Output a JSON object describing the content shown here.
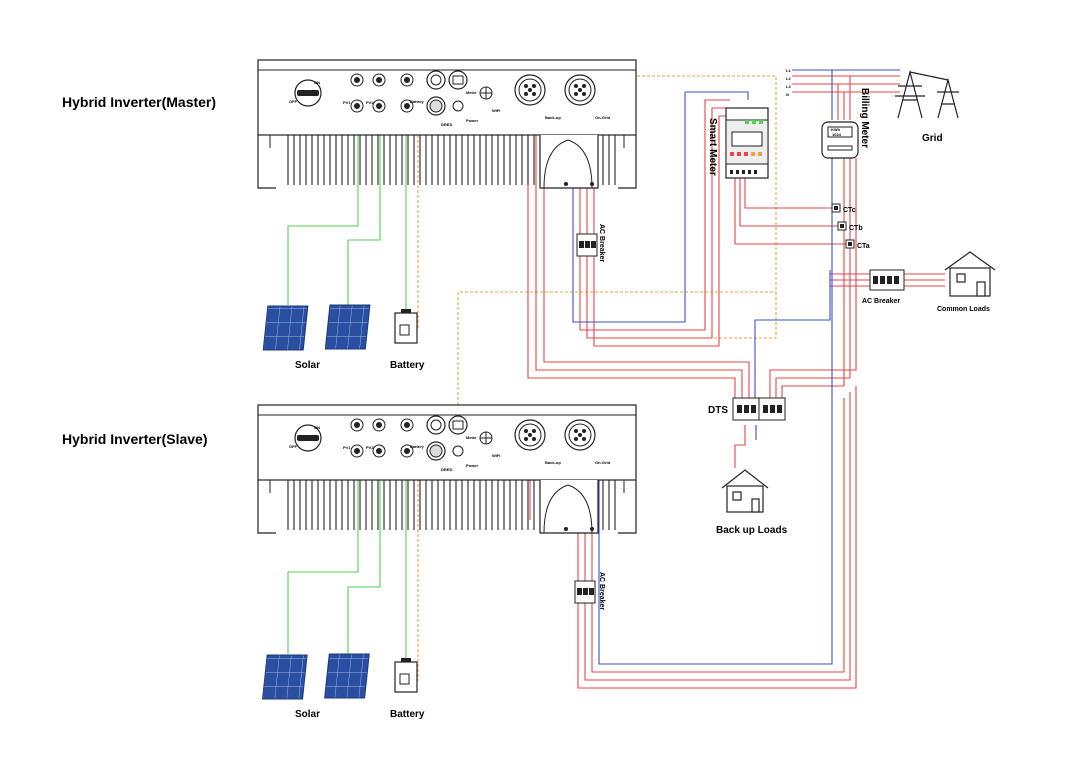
{
  "master": {
    "title": "Hybrid Inverter(Master)",
    "on_label": "ON",
    "off_label": "OFF",
    "pv1_label": "PV1",
    "pv2_label": "PV2",
    "battery_port_label": "Battery",
    "meter_port_label": "Meter",
    "drm_label": "DRED",
    "power_label": "Power",
    "wifi_label": "WiFi",
    "backup_port_label": "Back-up",
    "ongrid_port_label": "On-Grid",
    "solar_label": "Solar",
    "battery_label": "Battery",
    "breaker_label": "AC Breaker"
  },
  "slave": {
    "title": "Hybrid Inverter(Slave)",
    "on_label": "ON",
    "off_label": "OFF",
    "pv1_label": "PV1",
    "pv2_label": "PV2",
    "battery_port_label": "Battery",
    "meter_port_label": "Meter",
    "drm_label": "DRED",
    "power_label": "Power",
    "wifi_label": "WiFi",
    "backup_port_label": "Back-up",
    "ongrid_port_label": "On-Grid",
    "solar_label": "Solar",
    "battery_label": "Battery",
    "breaker_label": "AC Breaker"
  },
  "smart_meter": {
    "label": "Smart Meter"
  },
  "billing_meter": {
    "label": "Billing Meter",
    "display_top": "KWh",
    "display_value": "1024"
  },
  "grid": {
    "label": "Grid",
    "phase_labels": [
      "L1",
      "L2",
      "L3",
      "N"
    ]
  },
  "ct_labels": [
    "CTc",
    "CTb",
    "CTa"
  ],
  "common_breaker": {
    "label": "AC Breaker"
  },
  "common_loads": {
    "label": "Common Loads"
  },
  "dts": {
    "label": "DTS"
  },
  "backup_loads": {
    "label": "Back up Loads"
  },
  "colors": {
    "ac_line": "#e8454a",
    "neutral": "#3a52c8",
    "pv_dc": "#52d152",
    "comm": "#f0a040",
    "outline": "#222222"
  }
}
